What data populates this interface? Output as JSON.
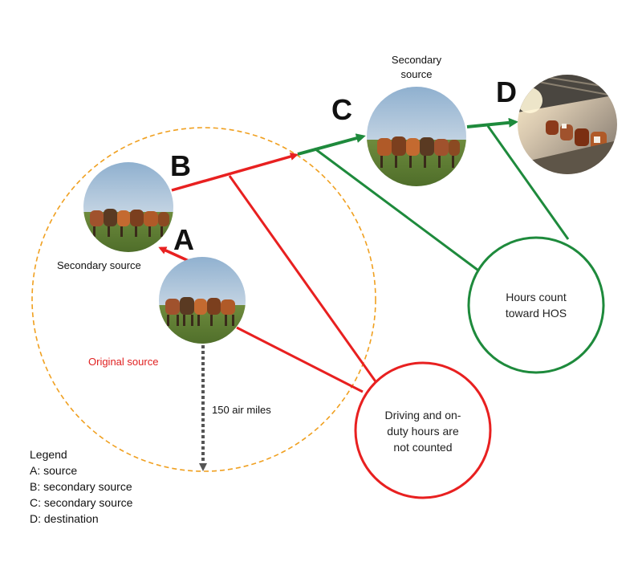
{
  "nodes": {
    "A": {
      "letter": "A",
      "caption": "Original source",
      "caption_color": "#e02020",
      "photo": "cattle-field-photo"
    },
    "B": {
      "letter": "B",
      "caption": "Secondary source",
      "photo": "cattle-field-photo"
    },
    "C": {
      "letter": "C",
      "caption_line1": "Secondary",
      "caption_line2": "source",
      "photo": "cattle-field-photo"
    },
    "D": {
      "letter": "D",
      "photo": "feedlot-barn-photo"
    }
  },
  "distance_label": "150 air miles",
  "callouts": {
    "green": {
      "line1": "Hours count",
      "line2": "toward HOS",
      "color": "#1e8a3c"
    },
    "red": {
      "line1": "Driving and on-",
      "line2": "duty hours are",
      "line3": "not counted",
      "color": "#e82020"
    }
  },
  "radius_circle_color": "#f0a020",
  "legend": {
    "title": "Legend",
    "items": [
      "A: source",
      "B: secondary source",
      "C: secondary source",
      "D: destination"
    ]
  }
}
